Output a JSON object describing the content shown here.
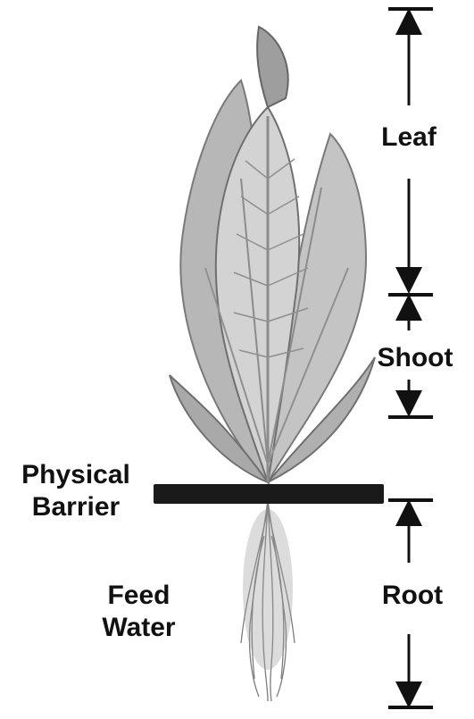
{
  "labels": {
    "leaf": "Leaf",
    "shoot": "Shoot",
    "root": "Root",
    "physical_barrier_line1": "Physical",
    "physical_barrier_line2": "Barrier",
    "feed_water_line1": "Feed",
    "feed_water_line2": "Water"
  },
  "icons": {
    "plant": "lettuce-plant-illustration",
    "barrier": "barrier-bar",
    "arrows": "dimension-arrow-icon"
  },
  "colors": {
    "ink": "#111111",
    "barrier": "#1a1a1a",
    "leaf_light": "#d9d9d9",
    "leaf_mid": "#a9a9a9",
    "leaf_dark": "#6f6f6f",
    "root": "#8a8a8a"
  }
}
